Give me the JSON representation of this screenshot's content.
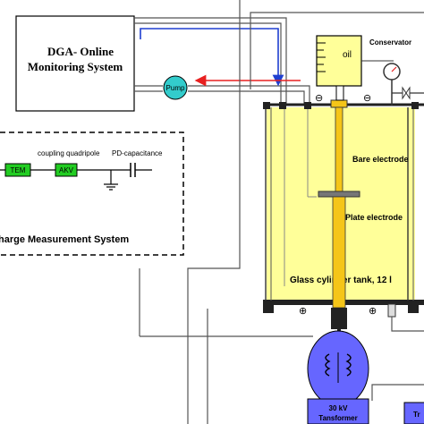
{
  "labels": {
    "dga_line1": "DGA- Online",
    "dga_line2": "Monitoring System",
    "pump": "Pump",
    "conservator": "Conservator",
    "oil": "oil",
    "coupling": "coupling quadripole",
    "pd_cap": "PD-capacitance",
    "tem": "TEM",
    "akv": "AKV",
    "pd_system": "harge Measurement System",
    "bare_electrode": "Bare electrode",
    "plate_electrode": "Plate electrode",
    "tank": "Glass cylinder tank, 12 l",
    "transformer_kv": "30 kV",
    "transformer_name": "Tansformer",
    "tr_partial": "Tr",
    "minus": "⊖",
    "plus": "⊕"
  },
  "colors": {
    "oil_fill": "#ffff99",
    "rod": "#f5c518",
    "pump": "#33cccc",
    "flow_blue": "#1f3fd0",
    "flow_red": "#e82020",
    "transformer": "#6666ff",
    "pd_box": "#22cc22"
  }
}
